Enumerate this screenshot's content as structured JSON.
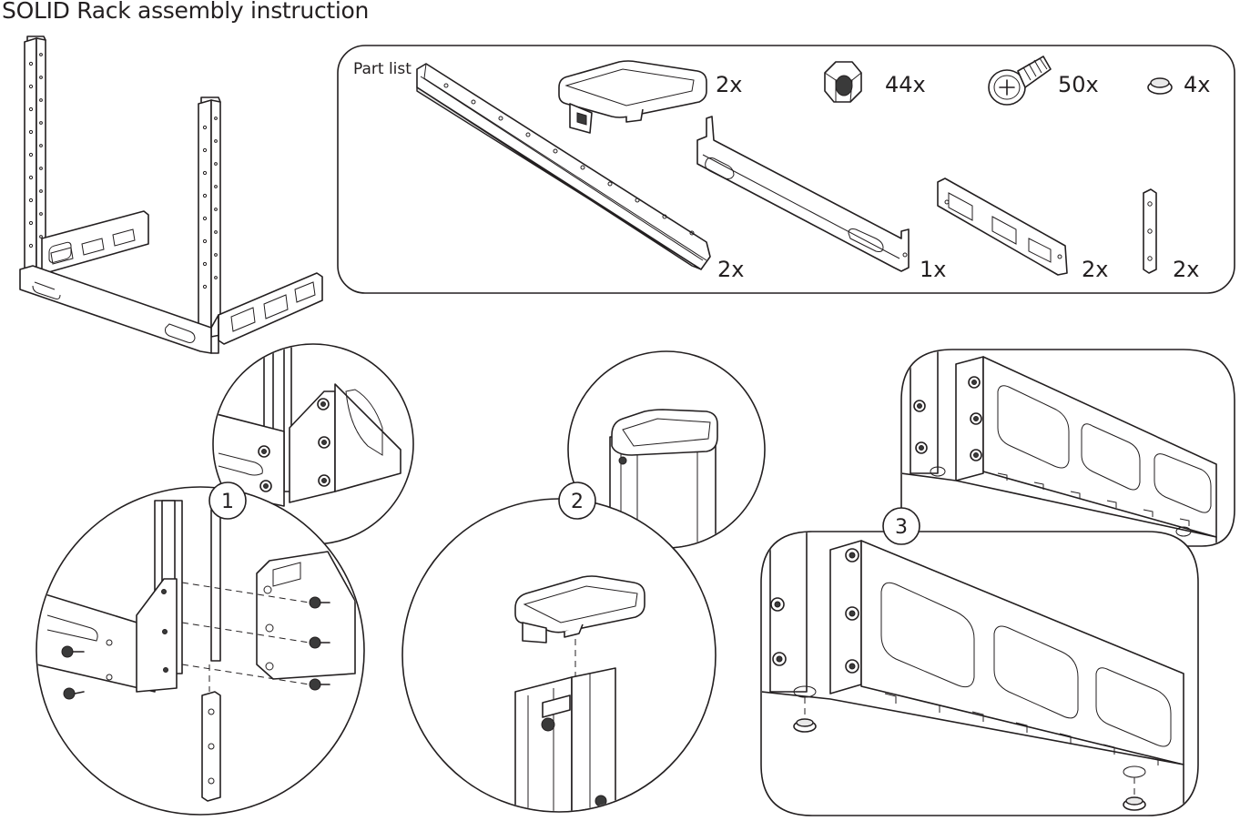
{
  "title": "SOLID Rack assembly instruction",
  "part_list": {
    "label": "Part list",
    "items": [
      {
        "name": "side-rail",
        "qty": "2x"
      },
      {
        "name": "end-cap",
        "qty": "2x"
      },
      {
        "name": "hex-nut",
        "qty": "44x"
      },
      {
        "name": "screw",
        "qty": "50x"
      },
      {
        "name": "rubber-foot",
        "qty": "4x"
      },
      {
        "name": "base-bar",
        "qty": "1x"
      },
      {
        "name": "cross-bracket",
        "qty": "2x"
      },
      {
        "name": "nut-strip",
        "qty": "2x"
      }
    ]
  },
  "steps": [
    {
      "number": "1"
    },
    {
      "number": "2"
    },
    {
      "number": "3"
    }
  ]
}
